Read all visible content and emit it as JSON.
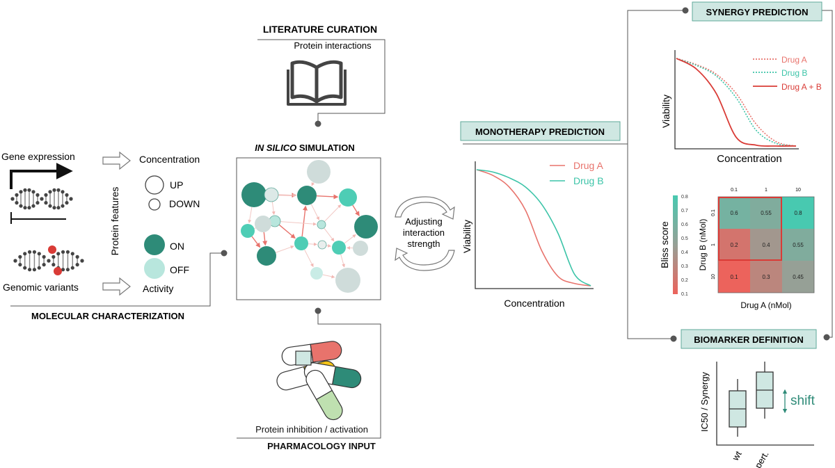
{
  "literature": {
    "title": "LITERATURE CURATION",
    "subtitle": "Protein interactions"
  },
  "molecular": {
    "gene_expression": "Gene expression",
    "genomic_variants": "Genomic variants",
    "protein_features": "Protein features",
    "concentration": "Concentration",
    "up": "UP",
    "down": "DOWN",
    "on": "ON",
    "off": "OFF",
    "activity": "Activity",
    "title": "MOLECULAR CHARACTERIZATION"
  },
  "simulation": {
    "title_italic": "IN SILICO",
    "title_rest": " SIMULATION",
    "adjusting_lines": [
      "Adjusting",
      "interaction",
      "strength"
    ]
  },
  "pharmacology": {
    "subtitle": "Protein inhibition / activation",
    "title": "PHARMACOLOGY INPUT"
  },
  "monotherapy": {
    "title": "MONOTHERAPY PREDICTION",
    "ylabel": "Viability",
    "xlabel": "Concentration",
    "legend": [
      "Drug A",
      "Drug B"
    ]
  },
  "synergy": {
    "title": "SYNERGY PREDICTION",
    "ylabel": "Viability",
    "xlabel": "Concentration",
    "legend": [
      "Drug A",
      "Drug B",
      "Drug A + B"
    ]
  },
  "heatmap": {
    "colorbar_label": "Bliss score",
    "colorbar_ticks": [
      "0.8",
      "0.7",
      "0.6",
      "0.5",
      "0.4",
      "0.3",
      "0.2",
      "0.1"
    ],
    "col_ticks": [
      "0.1",
      "1",
      "10"
    ],
    "row_ticks": [
      "0.1",
      "1",
      "10"
    ],
    "xlabel": "Drug A (nMol)",
    "ylabel": "Drug B (nMol)",
    "cells": [
      [
        "0.6",
        "0.55",
        "0.8"
      ],
      [
        "0.2",
        "0.4",
        "0.55"
      ],
      [
        "0.1",
        "0.3",
        "0.45"
      ]
    ]
  },
  "biomarker": {
    "title": "BIOMARKER DEFINITION",
    "ylabel": "IC50 / Synergy",
    "shift": "shift",
    "categories": [
      "wt",
      "pert."
    ]
  },
  "colors": {
    "teal_dark": "#2e8b78",
    "teal_mid": "#4ecdb5",
    "teal_light": "#b8e6dd",
    "red": "#e8736c",
    "red_dark": "#d93b36",
    "grey_node": "#cfdcda",
    "header_bg": "#cfe7e2",
    "header_border": "#5fa89a"
  },
  "chart_data": [
    {
      "type": "line",
      "name_ref": "monotherapy",
      "xlabel": "Concentration",
      "ylabel": "Viability",
      "series": [
        {
          "name": "Drug A",
          "values": [
            1.0,
            0.95,
            0.85,
            0.65,
            0.3,
            0.08,
            0.02,
            0.0
          ]
        },
        {
          "name": "Drug B",
          "values": [
            1.0,
            0.98,
            0.93,
            0.85,
            0.7,
            0.45,
            0.1,
            0.0
          ]
        }
      ]
    },
    {
      "type": "line",
      "name_ref": "synergy",
      "xlabel": "Concentration",
      "ylabel": "Viability",
      "series": [
        {
          "name": "Drug A",
          "values": [
            1.0,
            0.93,
            0.82,
            0.6,
            0.25,
            0.05,
            0.0
          ]
        },
        {
          "name": "Drug B",
          "values": [
            1.0,
            0.92,
            0.8,
            0.55,
            0.18,
            0.03,
            0.0
          ]
        },
        {
          "name": "Drug A + B",
          "values": [
            1.0,
            0.88,
            0.6,
            0.1,
            0.01,
            0.0,
            0.0
          ]
        }
      ]
    },
    {
      "type": "heatmap",
      "xlabel": "Drug A (nMol)",
      "ylabel": "Drug B (nMol)",
      "x": [
        "0.1",
        "1",
        "10"
      ],
      "y": [
        "0.1",
        "1",
        "10"
      ],
      "values": [
        [
          0.6,
          0.55,
          0.8
        ],
        [
          0.2,
          0.4,
          0.55
        ],
        [
          0.1,
          0.3,
          0.45
        ]
      ],
      "colorbar_label": "Bliss score",
      "zlim": [
        0.1,
        0.8
      ]
    }
  ]
}
